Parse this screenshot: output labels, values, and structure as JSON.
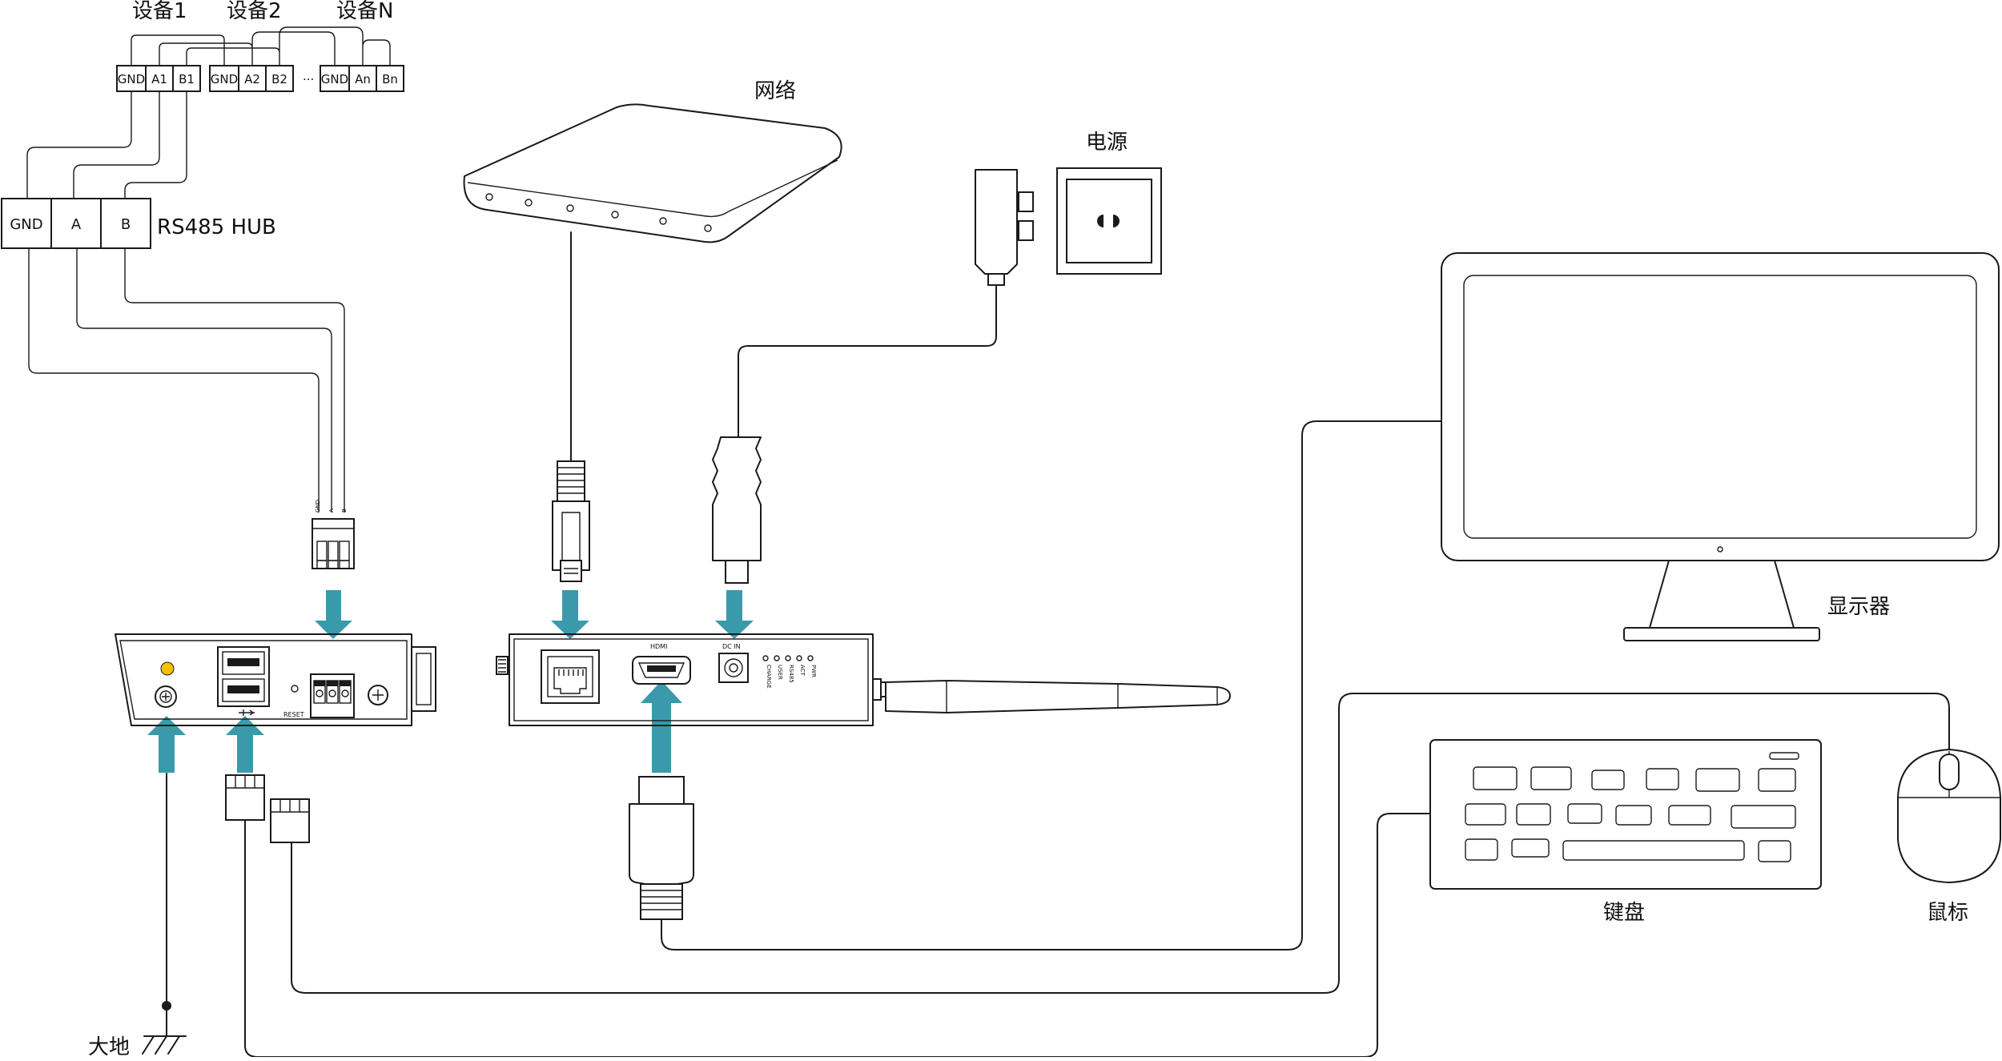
{
  "labels": {
    "device1": "设备1",
    "device2": "设备2",
    "deviceN": "设备N",
    "network": "网络",
    "power": "电源",
    "monitor": "显示器",
    "keyboard": "键盘",
    "mouse": "鼠标",
    "ground": "大地",
    "hub": "RS485 HUB",
    "ellipsis": "..."
  },
  "device_terminals": [
    [
      "GND",
      "A1",
      "B1"
    ],
    [
      "GND",
      "A2",
      "B2"
    ],
    [
      "GND",
      "An",
      "Bn"
    ]
  ],
  "hub_terminals": [
    "GND",
    "A",
    "B"
  ],
  "gateway": {
    "connector_pins": [
      "GND",
      "A",
      "B"
    ],
    "reset": "RESET",
    "hdmi": "HDMI",
    "dc": "DC IN",
    "leds": [
      "CHARGE",
      "USER",
      "RS485",
      "ACT",
      "PWR"
    ]
  },
  "colors": {
    "arrow": "#3a9aac",
    "line": "#1a1a1a",
    "background": "#ffffff"
  }
}
